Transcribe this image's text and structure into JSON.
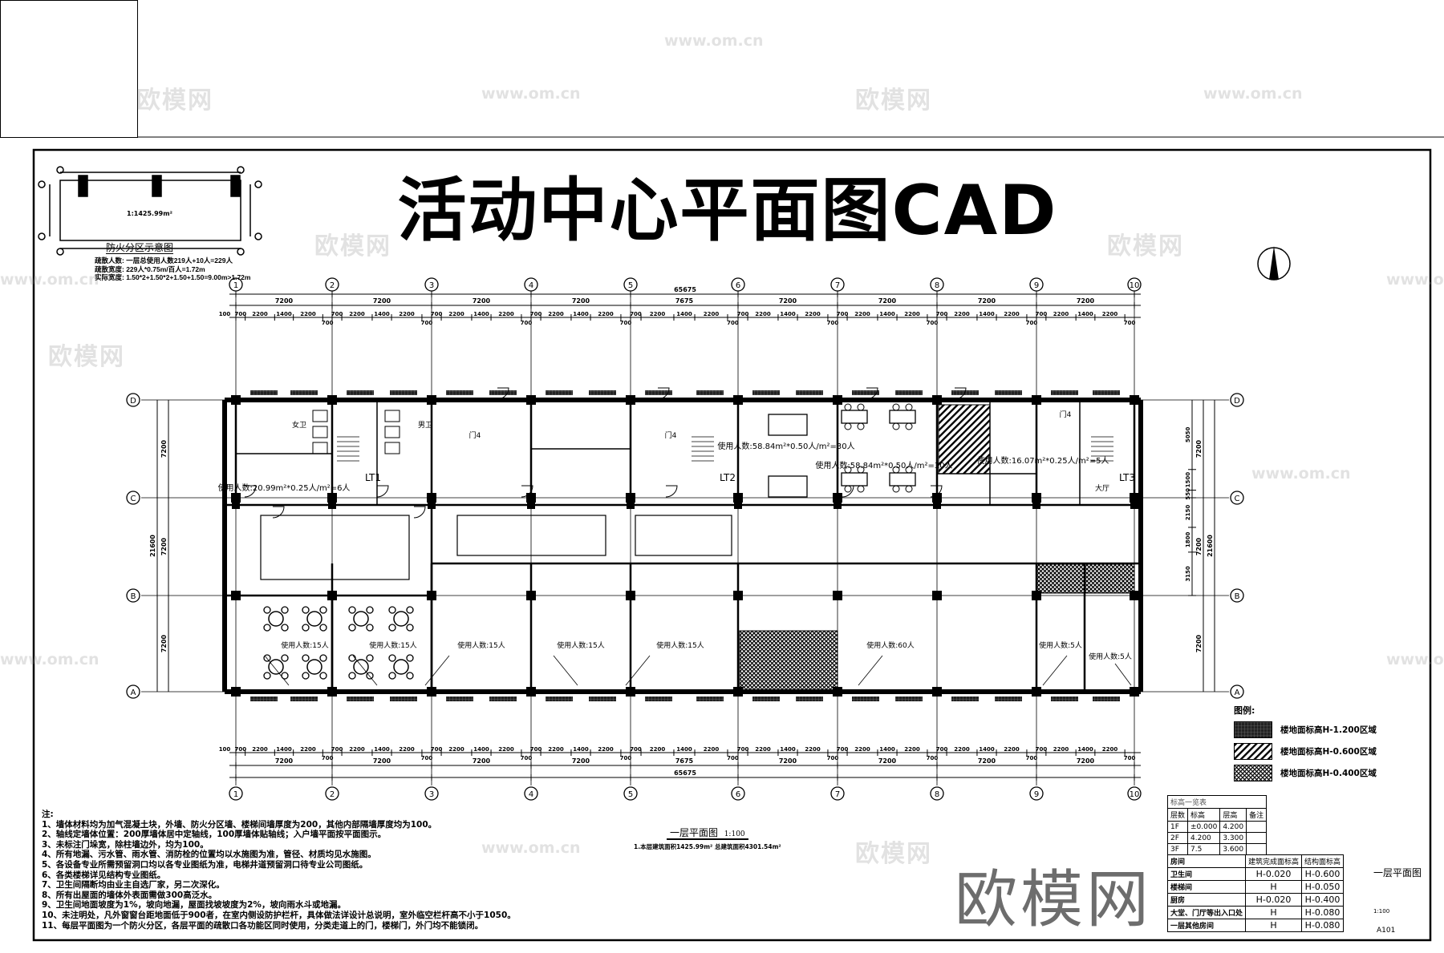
{
  "title": "活动中心平面图CAD",
  "watermark": {
    "brand": "欧模网",
    "url": "www.om.cn"
  },
  "fire_zone_diagram": {
    "area_label": "1:1425.99m²",
    "caption": "防火分区示意图"
  },
  "evacuation_info": [
    "疏散人数: 一层总使用人数219人+10人=229人",
    "疏散宽度: 229人*0.75m/百人=1.72m",
    "实际宽度: 1.50*2+1.50*2+1.50+1.50=9.00m>1.72m"
  ],
  "grid": {
    "columns": [
      "1",
      "2",
      "3",
      "4",
      "5",
      "6",
      "7",
      "8",
      "9",
      "10"
    ],
    "rows": [
      "D",
      "C",
      "B",
      "A"
    ],
    "bay_dims": [
      "7200",
      "7200",
      "7200",
      "7200",
      "7675",
      "7200",
      "7200",
      "7200",
      "7200"
    ],
    "overall_dim": "65675",
    "detail_dims": [
      "700",
      "2200",
      "1400",
      "2200",
      "700"
    ],
    "edge_dim": "100",
    "row_dims": [
      "7200",
      "7200",
      "7200"
    ],
    "row_overall": "21600",
    "row_detail": [
      "5050",
      "1500",
      "550",
      "2150",
      "1800",
      "3150"
    ]
  },
  "rooms": {
    "stairs": [
      "LT1",
      "LT2",
      "LT3"
    ],
    "occupancy": [
      "使用人数:20.99m²*0.25人/m²=6人",
      "使用人数:58.84m²*0.50人/m²=30人",
      "使用人数:58.84m²*0.50人/m²=30人",
      "使用人数:16.07m²*0.25人/m²=5人",
      "使用人数:15人",
      "使用人数:15人",
      "使用人数:15人",
      "使用人数:15人",
      "使用人数:15人",
      "使用人数:60人",
      "使用人数:5人",
      "使用人数:5人"
    ],
    "toilet_labels": [
      "女卫",
      "男卫"
    ],
    "lobby": "大厅",
    "door_tags": [
      "门4",
      "门4",
      "门4"
    ]
  },
  "notes": {
    "heading": "注:",
    "items": [
      "1、墙体材料均为加气混凝土块，外墙、防火分区墙、楼梯间墙厚度为200，其他内部隔墙厚度均为100。",
      "2、轴线定墙体位置：200厚墙体居中定轴线，100厚墙体贴轴线；入户墙平面按平面图示。",
      "3、未标注门垛宽，除柱墙边外，均为100。",
      "4、所有地漏、污水管、雨水管、消防栓的位置均以水施图为准，管径、材质均见水施图。",
      "5、各设备专业所需预留洞口均以各专业图纸为准，电梯井道预留洞口待专业公司图纸。",
      "6、各类楼梯详见结构专业图纸。",
      "7、卫生间隔断均由业主自选厂家，另二次深化。",
      "8、所有出屋面的墙体外表面需做300高泛水。",
      "9、卫生间地面坡度为1%，坡向地漏，屋面找坡坡度为2%，坡向雨水斗或地漏。",
      "10、未注明处，凡外窗窗台距地面低于900者，在室内侧设防护栏杆，具体做法详设计总说明，室外临空栏杆高不小于1050。",
      "11、每层平面图为一个防火分区，各层平面的疏散口各功能区同时使用，分类走道上的门，楼梯门，外门均不能锁闭。"
    ]
  },
  "plan_caption": {
    "title": "一层平面图",
    "scale": "1:100",
    "area_note": "1.本层建筑面积1425.99m² 总建筑面积4301.54m²"
  },
  "legend": {
    "heading": "图例:",
    "items": [
      {
        "label": "楼地面标高H-1.200区域",
        "pattern": "grid"
      },
      {
        "label": "楼地面标高H-0.600区域",
        "pattern": "diagonal"
      },
      {
        "label": "楼地面标高H-0.400区域",
        "pattern": "crosshatch"
      }
    ]
  },
  "elevation_table": {
    "heading": "标高一览表",
    "rows": [
      [
        "层数",
        "标高",
        "层高",
        "备注"
      ],
      [
        "1F",
        "±0.000",
        "4.200",
        ""
      ],
      [
        "2F",
        "4.200",
        "3.300",
        ""
      ],
      [
        "3F",
        "7.5",
        "3.600",
        ""
      ]
    ]
  },
  "finish_table": {
    "header": [
      "房间",
      "建筑完成面标高",
      "结构面标高"
    ],
    "rows": [
      [
        "卫生间",
        "H-0.020",
        "H-0.600"
      ],
      [
        "楼梯间",
        "H",
        "H-0.050"
      ],
      [
        "厨房",
        "H-0.020",
        "H-0.400"
      ],
      [
        "大堂、门厅等出入口处",
        "H",
        "H-0.080"
      ],
      [
        "一层其他房间",
        "H",
        "H-0.080"
      ]
    ]
  },
  "sheet": {
    "drawing_name": "一层平面图",
    "scale": "1:100",
    "number": "A101"
  }
}
